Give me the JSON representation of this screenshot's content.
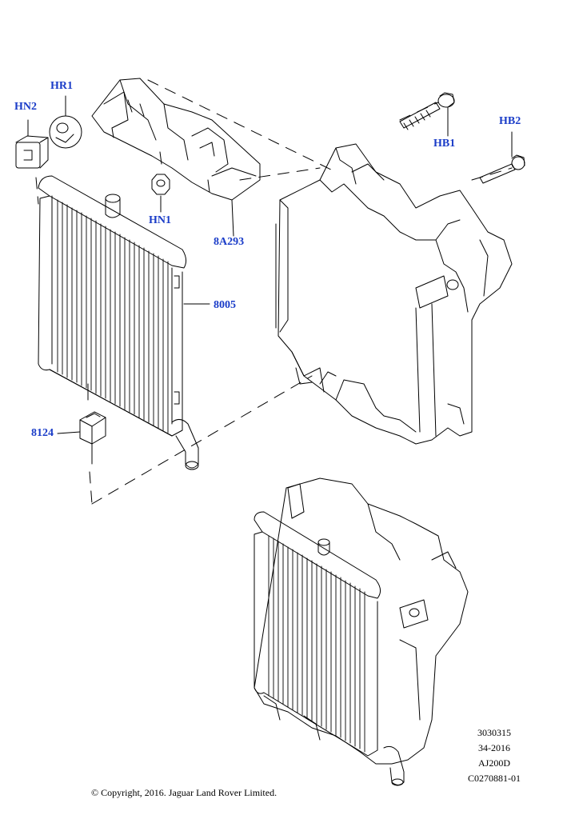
{
  "callouts": {
    "hn2": "HN2",
    "hr1": "HR1",
    "hn1": "HN1",
    "part_8a293": "8A293",
    "part_8005": "8005",
    "part_8124": "8124",
    "hb1": "HB1",
    "hb2": "HB2"
  },
  "meta": {
    "line1": "3030315",
    "line2": "34-2016",
    "line3": "AJ200D",
    "line4": "C0270881-01"
  },
  "copyright": "© Copyright, 2016. Jaguar Land Rover Limited.",
  "colors": {
    "callout": "#1a3cc8",
    "line": "#000000"
  }
}
